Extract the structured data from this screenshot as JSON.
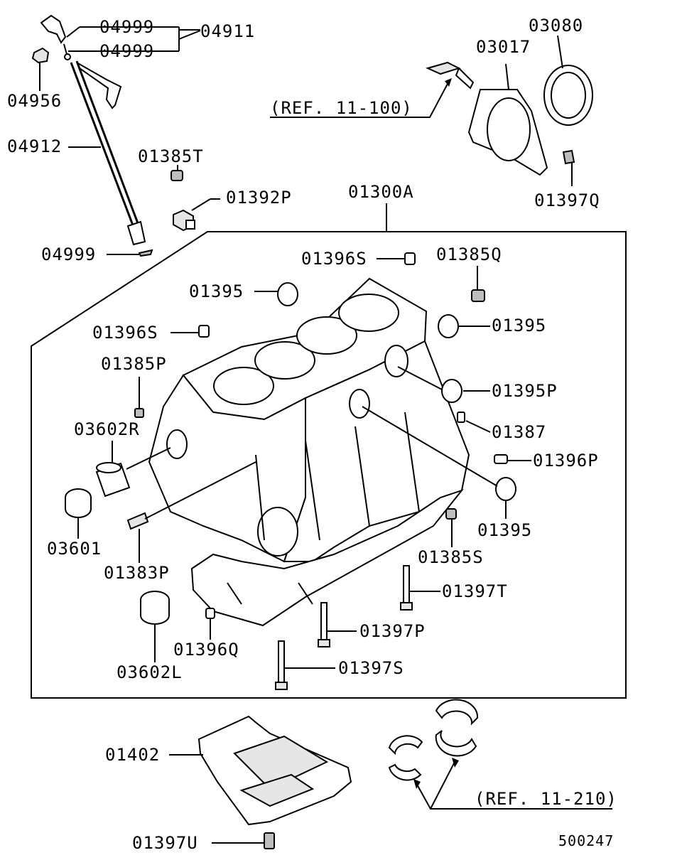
{
  "labels": {
    "p04999a": "04999",
    "p04999b": "04999",
    "p04911": "04911",
    "p04956": "04956",
    "p04912": "04912",
    "p01385T": "01385T",
    "p01392P": "01392P",
    "p04999c": "04999",
    "ref11_100": "(REF. 11-100)",
    "p03080": "03080",
    "p03017": "03017",
    "p01397Q": "01397Q",
    "p01300A": "01300A",
    "p01396S_a": "01396S",
    "p01385Q": "01385Q",
    "p01395_a": "01395",
    "p01395_b": "01395",
    "p01396S_b": "01396S",
    "p01385P": "01385P",
    "p01395P": "01395P",
    "p01387": "01387",
    "p03602R": "03602R",
    "p01396P": "01396P",
    "p03601": "03601",
    "p01395_c": "01395",
    "p01385S": "01385S",
    "p01383P": "01383P",
    "p01397T": "01397T",
    "p01397P": "01397P",
    "p03602L": "03602L",
    "p01396Q": "01396Q",
    "p01397S": "01397S",
    "p01402": "01402",
    "ref11_210": "(REF. 11-210)",
    "p01397U": "01397U",
    "figure_id": "500247"
  }
}
